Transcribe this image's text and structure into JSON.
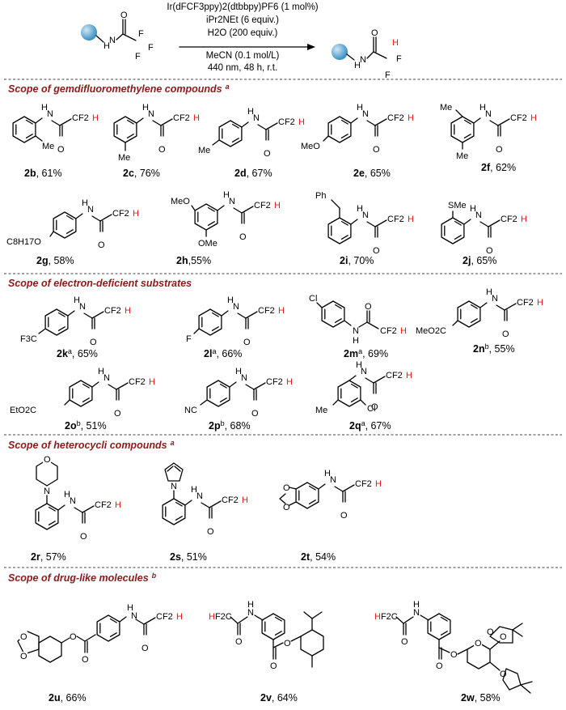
{
  "conditions": {
    "catalyst": "Ir(dFCF3ppy)2(dtbbpy)PF6 (1 mol%)",
    "base": "iPr2NEt (6 equiv.)",
    "water": "H2O (200 equiv.)",
    "solvent": "MeCN (0.1 mol/L)",
    "light": "440 nm, 48 h, r.t."
  },
  "sections": [
    {
      "title": "Scope of gemdifluoromethylene compounds",
      "note": "a"
    },
    {
      "title": "Scope of electron-deficient substrates",
      "note": ""
    },
    {
      "title": "Scope of heterocycli compounds",
      "note": "a"
    },
    {
      "title": "Scope of drug-like molecules",
      "note": "b"
    }
  ],
  "compounds": [
    {
      "id": "2b",
      "note": "",
      "yield": ", 61%"
    },
    {
      "id": "2c",
      "note": "",
      "yield": ", 76%"
    },
    {
      "id": "2d",
      "note": "",
      "yield": ", 67%"
    },
    {
      "id": "2e",
      "note": "",
      "yield": ", 65%"
    },
    {
      "id": "2f",
      "note": "",
      "yield": ", 62%"
    },
    {
      "id": "2g",
      "note": "",
      "yield": ", 58%"
    },
    {
      "id": "2h",
      "note": "",
      "yield": ",55%"
    },
    {
      "id": "2i",
      "note": "",
      "yield": ", 70%"
    },
    {
      "id": "2j",
      "note": "",
      "yield": ", 65%"
    },
    {
      "id": "2k",
      "note": "a",
      "yield": ", 65%"
    },
    {
      "id": "2l",
      "note": "a",
      "yield": ", 66%"
    },
    {
      "id": "2m",
      "note": "a",
      "yield": ", 69%"
    },
    {
      "id": "2n",
      "note": "b",
      "yield": ", 55%"
    },
    {
      "id": "2o",
      "note": "b",
      "yield": ", 51%"
    },
    {
      "id": "2p",
      "note": "b",
      "yield": ", 68%"
    },
    {
      "id": "2q",
      "note": "a",
      "yield": ", 67%"
    },
    {
      "id": "2r",
      "note": "",
      "yield": ", 57%"
    },
    {
      "id": "2s",
      "note": "",
      "yield": ", 51%"
    },
    {
      "id": "2t",
      "note": "",
      "yield": ", 54%"
    },
    {
      "id": "2u",
      "note": "",
      "yield": ", 66%"
    },
    {
      "id": "2v",
      "note": "",
      "yield": ", 64%"
    },
    {
      "id": "2w",
      "note": "",
      "yield": ", 58%"
    }
  ],
  "substituents": {
    "me": "Me",
    "ome": "MeO",
    "ome_r": "OMe",
    "c8": "C8H17O",
    "ph": "Ph",
    "sme": "SMe",
    "cf3": "F3C",
    "f": "F",
    "cl": "Cl",
    "co2me": "MeO2C",
    "co2et": "EtO2C",
    "cn": "NC",
    "cf2": "CF2",
    "h": "H",
    "hf2c": "HF2C"
  },
  "colors": {
    "section_title": "#8b1a1a",
    "highlight_h": "#e41b1b",
    "substrate_ball": "#5aa9d6"
  }
}
